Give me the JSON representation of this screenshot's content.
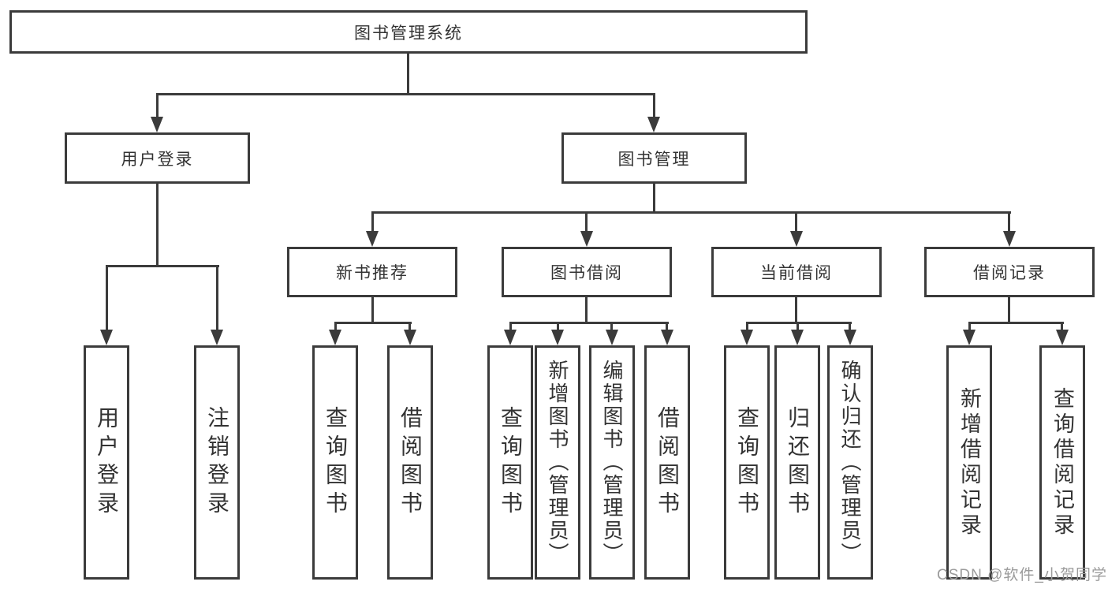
{
  "diagram": {
    "title": "图书管理系统",
    "nodes": {
      "root": {
        "label": "图书管理系统"
      },
      "level2": [
        {
          "label": "用户登录"
        },
        {
          "label": "图书管理"
        }
      ],
      "level3": [
        {
          "label": "新书推荐",
          "parent": "图书管理"
        },
        {
          "label": "图书借阅",
          "parent": "图书管理"
        },
        {
          "label": "当前借阅",
          "parent": "图书管理"
        },
        {
          "label": "借阅记录",
          "parent": "图书管理"
        }
      ],
      "leaves": [
        {
          "label": "用户登录",
          "parent": "用户登录"
        },
        {
          "label": "注销登录",
          "parent": "用户登录"
        },
        {
          "label": "查询图书",
          "parent": "新书推荐"
        },
        {
          "label": "借阅图书",
          "parent": "新书推荐"
        },
        {
          "label": "查询图书",
          "parent": "图书借阅"
        },
        {
          "label": "新增图书（管理员）",
          "parent": "图书借阅"
        },
        {
          "label": "编辑图书（管理员）",
          "parent": "图书借阅"
        },
        {
          "label": "借阅图书",
          "parent": "图书借阅"
        },
        {
          "label": "查询图书",
          "parent": "当前借阅"
        },
        {
          "label": "归还图书",
          "parent": "当前借阅"
        },
        {
          "label": "确认归还（管理员）",
          "parent": "当前借阅"
        },
        {
          "label": "新增借阅记录",
          "parent": "借阅记录"
        },
        {
          "label": "查询借阅记录",
          "parent": "借阅记录"
        }
      ]
    },
    "colors": {
      "line": "#3b3b3b",
      "text": "#333333",
      "watermark": "#9b9b9b",
      "background": "#ffffff"
    },
    "watermark": "CSDN @软件_小贺同学"
  }
}
